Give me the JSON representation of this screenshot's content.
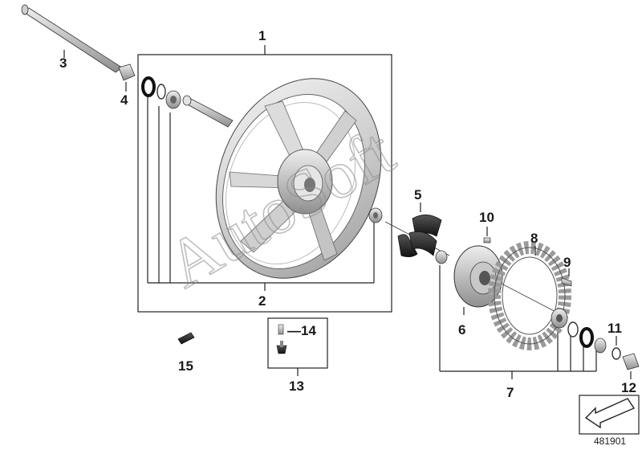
{
  "diagram": {
    "watermark": "AutoSoft",
    "catalog_number": "481901",
    "callouts": {
      "c1": "1",
      "c2": "2",
      "c3": "3",
      "c4": "4",
      "c5": "5",
      "c6": "6",
      "c7": "7",
      "c8": "8",
      "c9": "9",
      "c10": "10",
      "c11": "11",
      "c12": "12",
      "c13": "13",
      "c14": "—14",
      "c15": "15"
    }
  }
}
